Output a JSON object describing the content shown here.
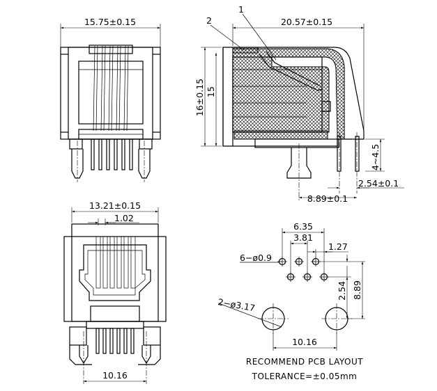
{
  "front_view": {
    "width_dim": "15.75±0.15"
  },
  "side_view": {
    "callout_1": "1",
    "callout_2": "2",
    "depth_dim": "20.57±0.15",
    "height_total_dim": "16±0.15",
    "height_body_dim": "15",
    "pin_length_dim": "4~4.5",
    "pin_pitch_dim": "2.54±0.1",
    "post_offset_dim": "8.89±0.1"
  },
  "bottom_view": {
    "width_dim": "13.21±0.15",
    "pitch_dim": "1.02",
    "post_spacing_dim": "10.16"
  },
  "pcb_layout": {
    "pin_hole_callout": "6−ø0.9",
    "post_hole_callout": "2−ø3.17",
    "span_dim": "6.35",
    "pin_pitch_dim": "3.81",
    "offset_dim": "1.27",
    "row_spacing_dim": "2.54",
    "post_row_dim": "8.89",
    "post_spacing_dim": "10.16",
    "title": "RECOMMEND PCB LAYOUT",
    "tolerance": "TOLERANCE=±0.05mm"
  }
}
